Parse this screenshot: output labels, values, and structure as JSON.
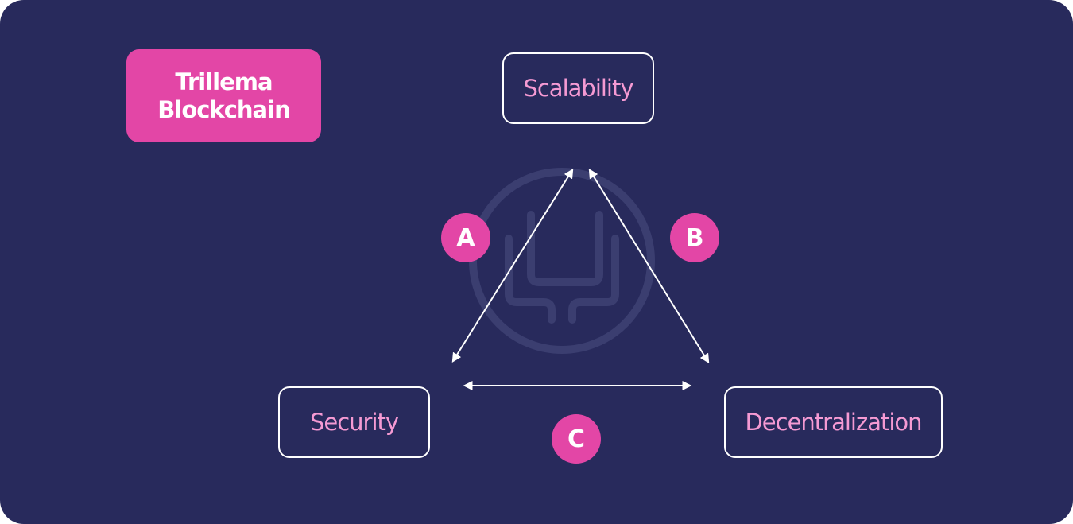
{
  "title": {
    "line1": "Trillema",
    "line2": "Blockchain"
  },
  "nodes": {
    "scalability": "Scalability",
    "security": "Security",
    "decentralization": "Decentralization"
  },
  "edges": {
    "a": "A",
    "b": "B",
    "c": "C"
  },
  "colors": {
    "background": "#282a5c",
    "accent": "#e346a6",
    "node_text": "#f59ad3",
    "line": "#ffffff"
  },
  "icons": {
    "watermark": "watermark-logo-icon"
  }
}
